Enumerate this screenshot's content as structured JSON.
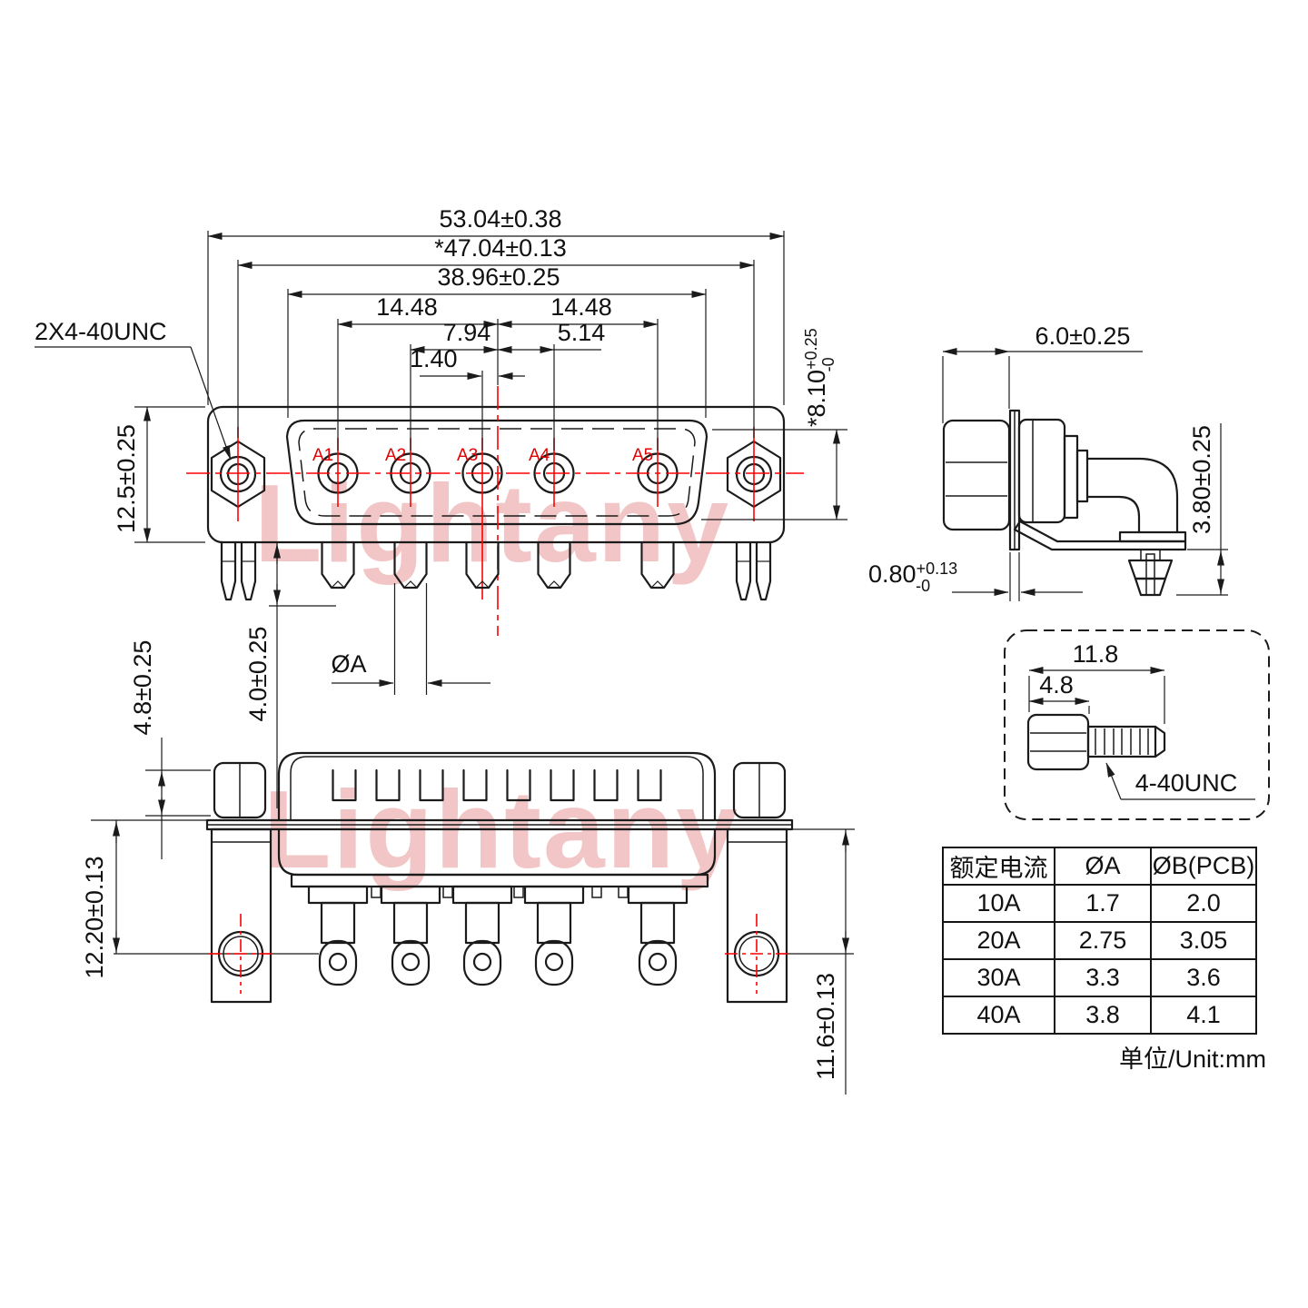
{
  "watermark": "Lightany",
  "front_view": {
    "thread_callout": "2X4-40UNC",
    "pins": [
      "A1",
      "A2",
      "A3",
      "A4",
      "A5"
    ],
    "dims": {
      "total_width": "53.04±0.38",
      "mount_span": "*47.04±0.13",
      "shell_width": "38.96±0.25",
      "pitch_left": "14.48",
      "pitch_right": "14.48",
      "a2_to_center": "7.94",
      "center_to_a4": "5.14",
      "a3_to_center": "1.40",
      "body_height": "12.5±0.25",
      "shell_height": "*8.10",
      "shell_height_tol_plus": "+0.25",
      "shell_height_tol_minus": "-0",
      "pin_length": "4.0±0.25",
      "standoff_height": "4.8±0.25",
      "pin_diameter": "ØA"
    }
  },
  "side_view": {
    "dims": {
      "depth": "6.0±0.25",
      "pin_below_pcb": "3.80±0.25",
      "flange_thickness": "0.80",
      "flange_tol_plus": "+0.13",
      "flange_tol_minus": "-0"
    }
  },
  "screw_detail": {
    "dims": {
      "overall_length": "11.8",
      "hex_length": "4.8"
    },
    "thread": "4-40UNC"
  },
  "bottom_view": {
    "dims": {
      "hole_center_left": "12.20±0.13",
      "hole_center_right": "11.6±0.13"
    }
  },
  "table": {
    "headers": [
      "额定电流",
      "ØA",
      "ØB(PCB)"
    ],
    "rows": [
      [
        "10A",
        "1.7",
        "2.0"
      ],
      [
        "20A",
        "2.75",
        "3.05"
      ],
      [
        "30A",
        "3.3",
        "3.6"
      ],
      [
        "40A",
        "3.8",
        "4.1"
      ]
    ],
    "unit_note": "单位/Unit:mm"
  },
  "colors": {
    "line": "#1a1a1a",
    "centerline": "#ff0000",
    "watermark": "#f2c6c6"
  }
}
